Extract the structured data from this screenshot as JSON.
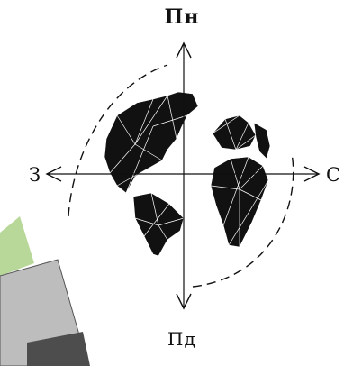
{
  "compass": {
    "north": "Пн",
    "south": "Пд",
    "west": "З",
    "east": "С"
  },
  "icons": {
    "globe": "globe-icon",
    "north_arrow": "arrow-up-icon",
    "south_arrow": "arrow-down-icon",
    "west_arrow": "arrow-left-icon",
    "east_arrow": "arrow-right-icon"
  },
  "colors": {
    "ink": "#111111",
    "background": "#ffffff",
    "green_patch": "#b8d89a",
    "gray_block": "#bdbdbd",
    "dark_gray_block": "#4d4d4d"
  }
}
